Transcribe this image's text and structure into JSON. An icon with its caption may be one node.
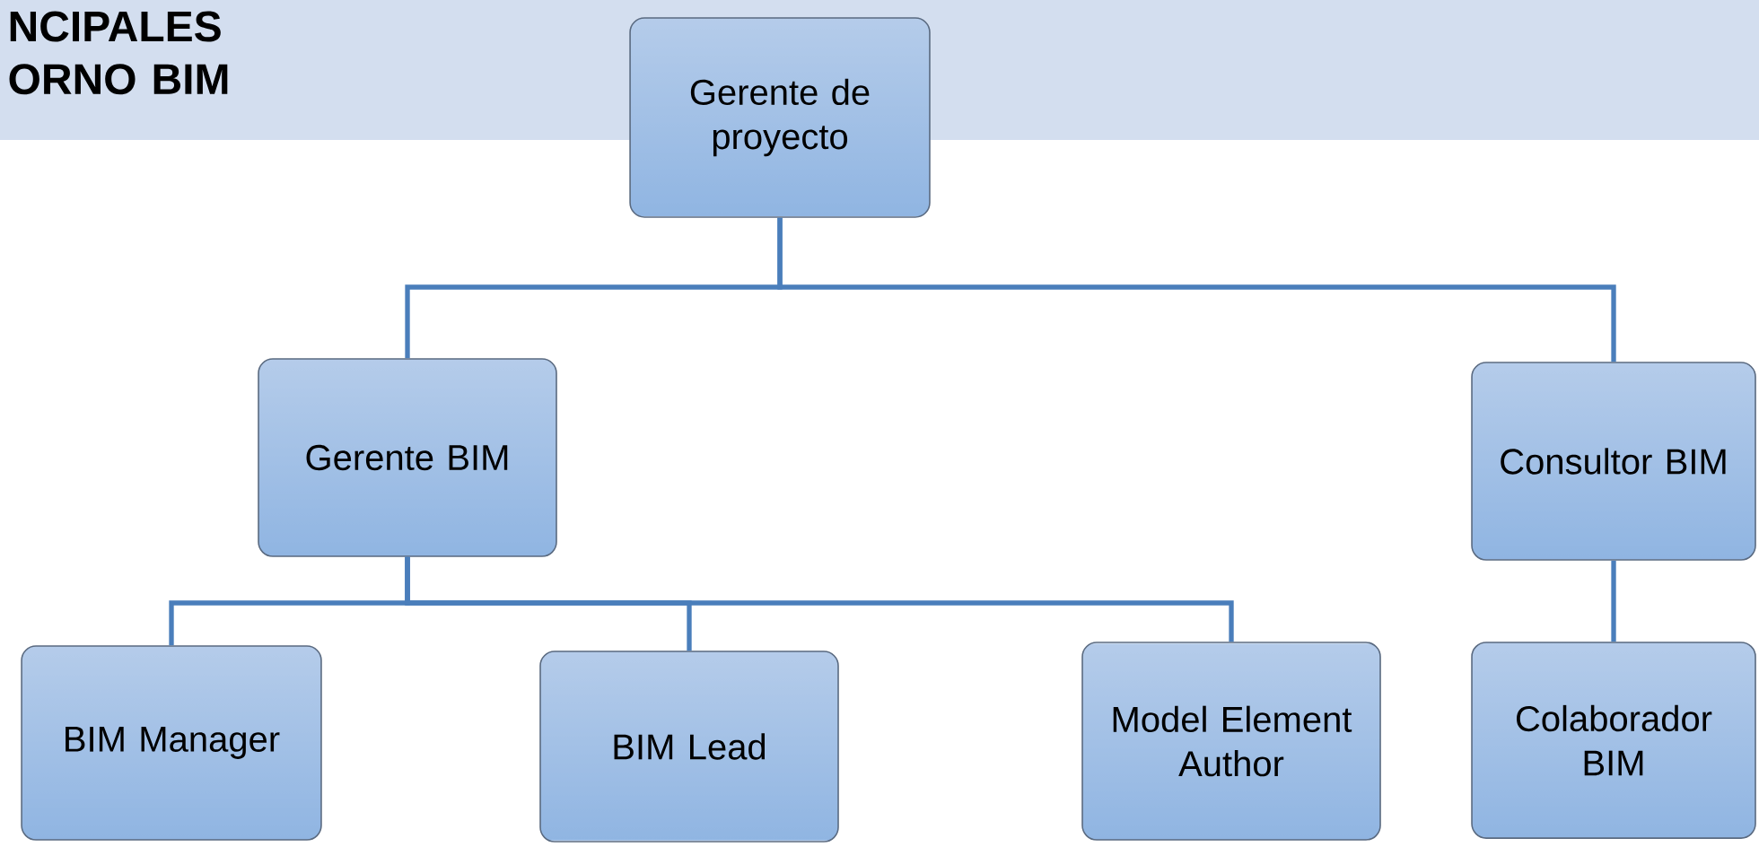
{
  "diagram": {
    "title": "NCIPALES ORNO BIM",
    "nodes": [
      {
        "text": [
          "Gerente de proyecto"
        ]
      },
      {
        "text": [
          "Gerente BIM"
        ]
      },
      {
        "text": [
          "Consultor BIM"
        ]
      },
      {
        "text": [
          "BIM Manager"
        ]
      },
      {
        "text": [
          "BIM Lead"
        ]
      },
      {
        "text": [
          "Model Element Author"
        ]
      },
      {
        "text": [
          "Colaborador BIM"
        ]
      }
    ],
    "edges": [
      {
        "from": 0,
        "to": 1,
        "arrow": "none"
      },
      {
        "from": 0,
        "to": 2,
        "arrow": "none"
      },
      {
        "from": 1,
        "to": 3,
        "arrow": "none"
      },
      {
        "from": 1,
        "to": 4,
        "arrow": "none"
      },
      {
        "from": 1,
        "to": 5,
        "arrow": "none"
      },
      {
        "from": 2,
        "to": 6,
        "arrow": "none"
      }
    ]
  }
}
